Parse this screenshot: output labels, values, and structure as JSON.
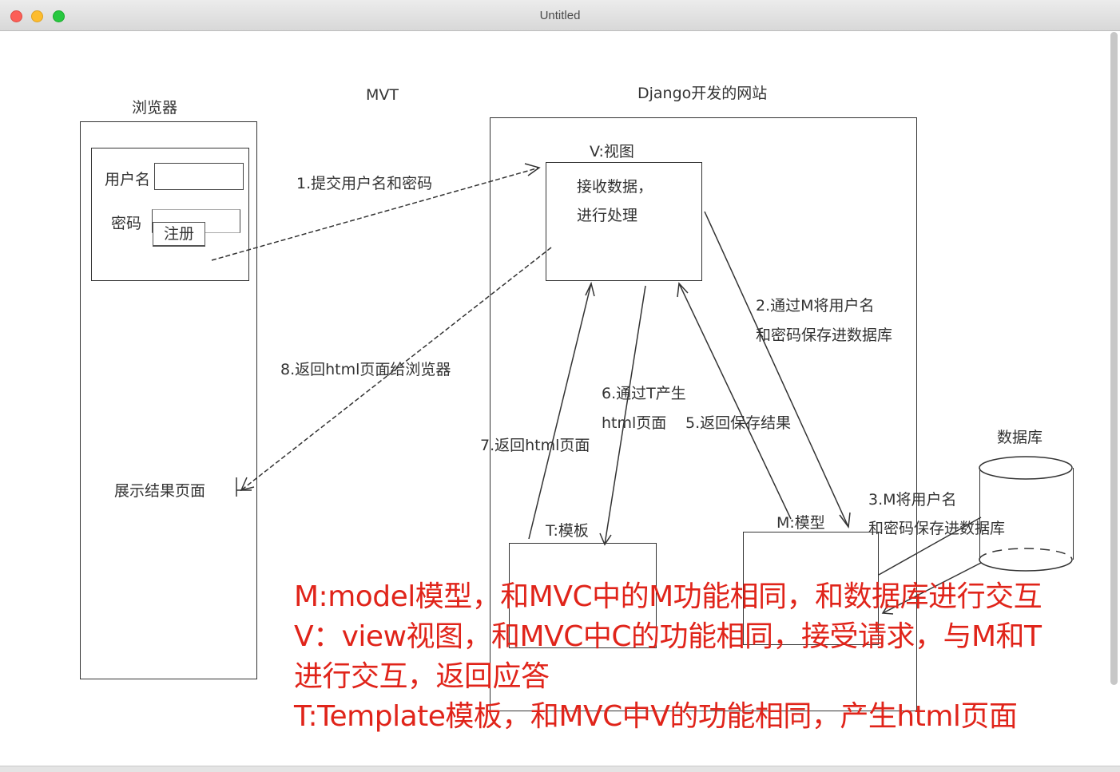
{
  "window": {
    "title": "Untitled"
  },
  "diagram": {
    "browser": {
      "title": "浏览器",
      "username_label": "用户名",
      "password_label": "密码",
      "register_button": "注册",
      "result_page_label": "展示结果页面"
    },
    "mvt_label": "MVT",
    "site_title": "Django开发的网站",
    "view": {
      "title": "V:视图",
      "line1": "接收数据，",
      "line2": "进行处理"
    },
    "template": {
      "title": "T:模板"
    },
    "model": {
      "title": "M:模型"
    },
    "database": {
      "title": "数据库"
    },
    "steps": {
      "s1": "1.提交用户名和密码",
      "s2a": "2.通过M将用户名",
      "s2b": "和密码保存进数据库",
      "s3a": "3.M将用户名",
      "s3b": "和密码保存进数据库",
      "s5": "5.返回保存结果",
      "s6a": "6.通过T产生",
      "s6b": "html页面",
      "s7": "7.返回html页面",
      "s8": "8.返回html页面给浏览器"
    }
  },
  "notes": [
    "M:model模型，和MVC中的M功能相同，和数据库进行交互",
    "V：view视图，和MVC中C的功能相同，接受请求，与M和T",
    "进行交互，返回应答",
    "T:Template模板，和MVC中V的功能相同，产生html页面"
  ],
  "colors": {
    "notes": "#e0241a",
    "lines": "#333333"
  }
}
